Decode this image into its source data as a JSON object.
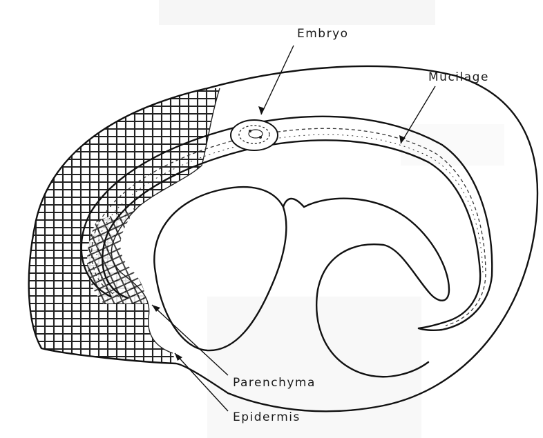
{
  "labels": {
    "embryo": "Embryo",
    "mucilage": "Mucilage",
    "parenchyma": "Parenchyma",
    "epidermis": "Epidermis"
  },
  "colors": {
    "ink": "#111111",
    "paper": "#ffffff",
    "bleed": "#e4e4e4"
  }
}
